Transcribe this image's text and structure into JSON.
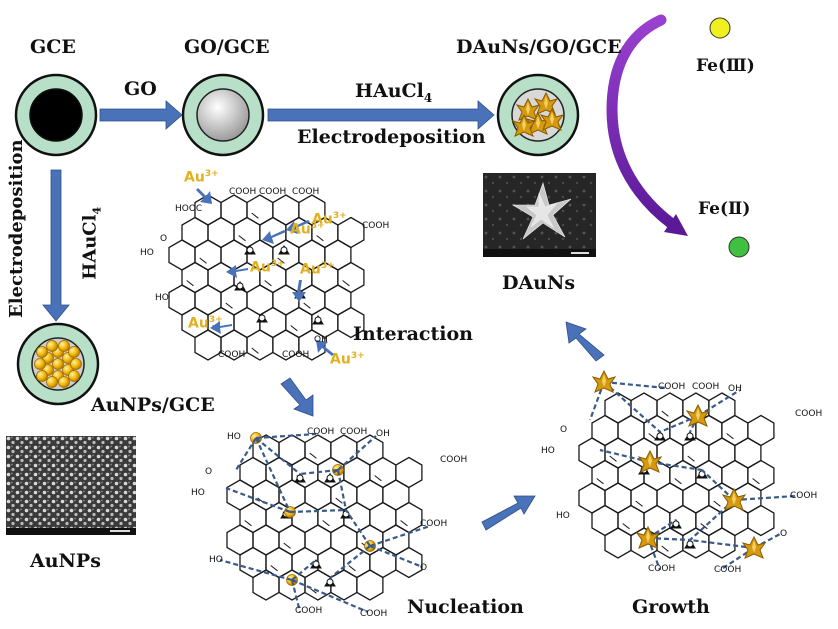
{
  "labels": {
    "gce": "GCE",
    "go_gce": "GO/GCE",
    "dauns_go_gce": "DAuNs/GO/GCE",
    "go": "GO",
    "haucl4": "HAuCl",
    "haucl4_sub": "4",
    "electrodeposition": "Electrodeposition",
    "fe3": "Fe(Ⅲ)",
    "fe2": "Fe(Ⅱ)",
    "dauns": "DAuNs",
    "aunps_gce": "AuNPs/GCE",
    "aunps": "AuNPs",
    "interaction": "Interaction",
    "nucleation": "Nucleation",
    "growth": "Growth",
    "au3": "Au",
    "au3_sup": "3+"
  },
  "chem": {
    "cooh": "COOH",
    "hooc": "HOOC",
    "ho": "HO",
    "oh": "OH",
    "o": "O"
  },
  "colors": {
    "arrow_blue": "#4a72b8",
    "electrode_ring": "#b8e0c8",
    "electrode_black": "#000000",
    "electrode_gray": "#d8d8d8",
    "gold": "#f0b400",
    "gold_text": "#e0b020",
    "fe3_yellow": "#f0f020",
    "fe2_green": "#40c040",
    "purple": "#7a2ab8",
    "bond_dash": "#3a5a8a"
  }
}
